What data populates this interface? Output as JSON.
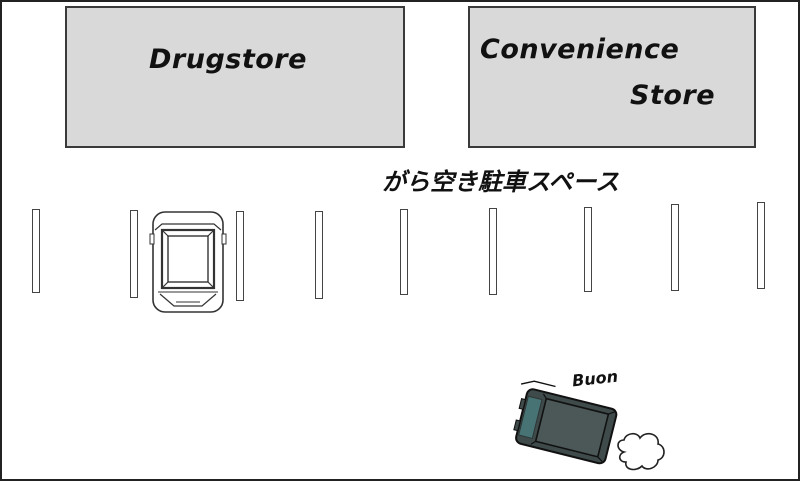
{
  "stores": {
    "drugstore": "Drugstore",
    "convenience_line1": "Convenience",
    "convenience_line2": "Store"
  },
  "lot_label": "がら空き駐車スペース",
  "sound_effect": "Buon",
  "colors": {
    "store_fill": "#d9d9d9",
    "outline": "#3a3a3a",
    "car_body": "#ffffff",
    "moving_car_body": "#3f4a4a"
  },
  "icons": {
    "parked_car": "parked-car-icon",
    "moving_car": "moving-car-icon",
    "exhaust": "exhaust-puff-icon"
  }
}
